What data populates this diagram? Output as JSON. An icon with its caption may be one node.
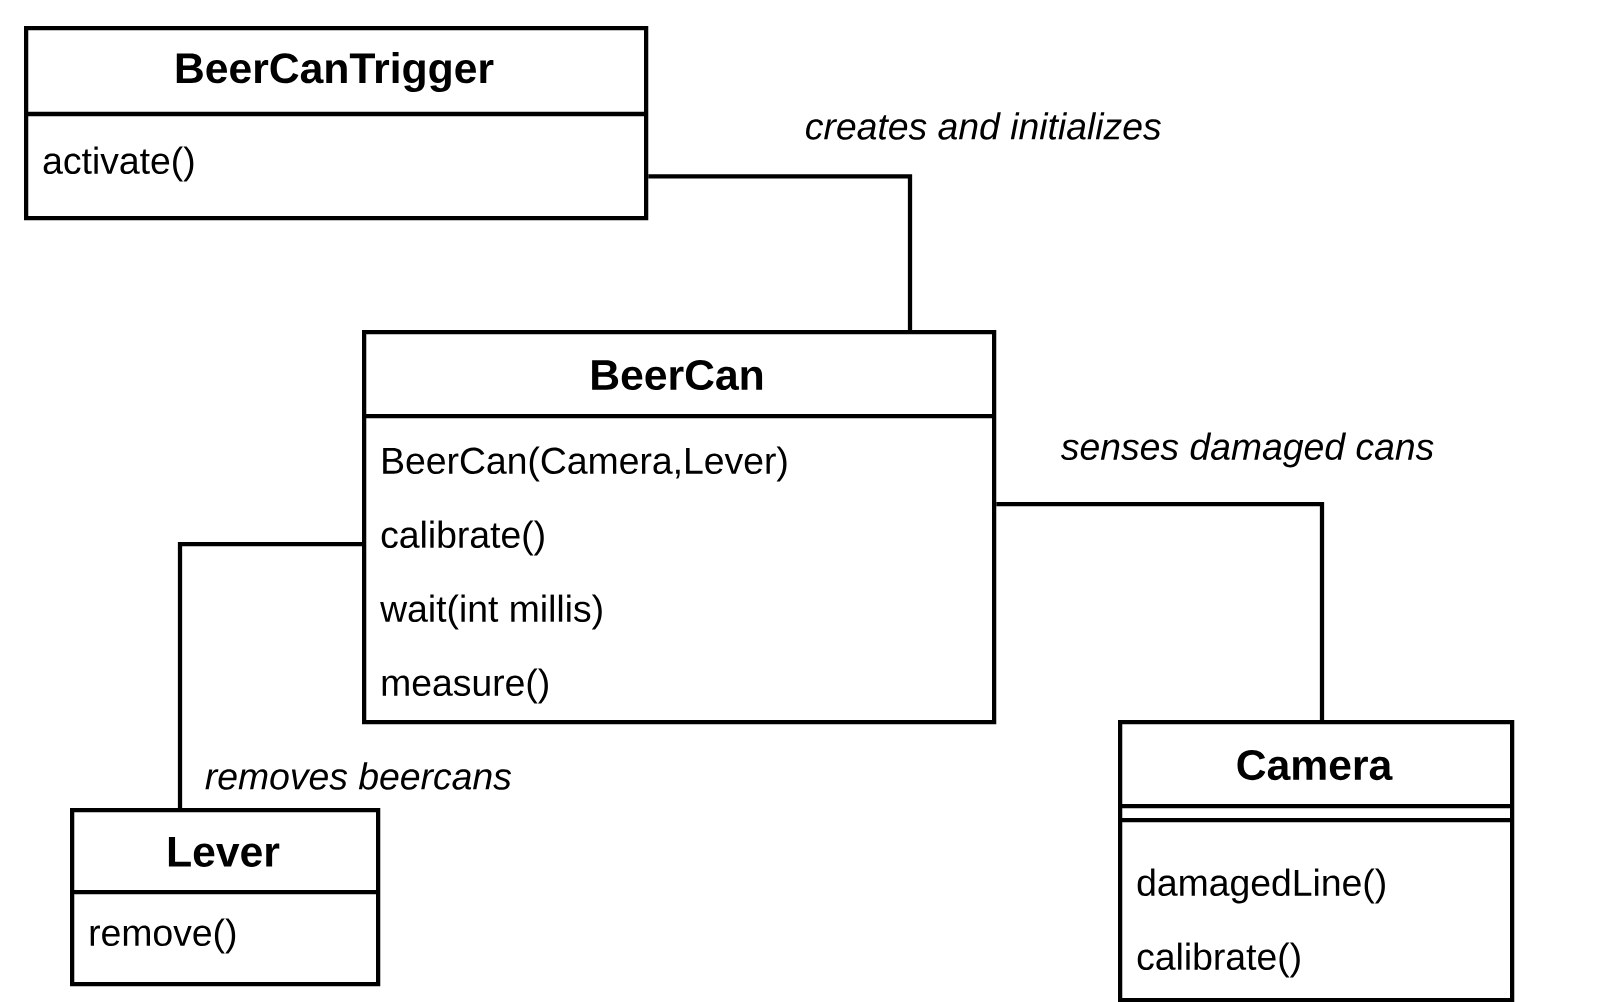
{
  "diagram": {
    "nodes": [
      {
        "text": [
          "BeerCanTrigger",
          "activate()"
        ]
      },
      {
        "text": [
          "BeerCan",
          "BeerCan(Camera,Lever)",
          "calibrate()",
          "wait(int millis)",
          "measure()"
        ]
      },
      {
        "text": [
          "Lever",
          "remove()"
        ]
      },
      {
        "text": [
          "Camera",
          "damagedLine()",
          "calibrate()"
        ]
      }
    ],
    "edges": [
      {
        "from": 0,
        "to": 1,
        "arrow": "none",
        "label": "creates and initializes"
      },
      {
        "from": 1,
        "to": 2,
        "arrow": "none",
        "label": "removes beercans"
      },
      {
        "from": 1,
        "to": 3,
        "arrow": "none",
        "label": "senses damaged cans"
      }
    ]
  }
}
